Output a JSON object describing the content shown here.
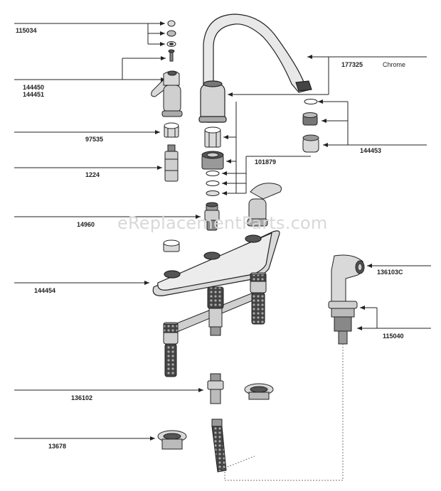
{
  "watermark": "eReplacementParts.com",
  "labels": {
    "p115034": "115034",
    "p144450": "144450",
    "p144451": "144451",
    "p97535": "97535",
    "p1224": "1224",
    "p14960": "14960",
    "p144454": "144454",
    "p136102": "136102",
    "p13678": "13678",
    "p177325": "177325",
    "finish": "Chrome",
    "p144453": "144453",
    "p101879": "101879",
    "p136103c": "136103C",
    "p115040": "115040"
  },
  "colors": {
    "line": "#222222",
    "part_fill": "#d9d9d9",
    "part_dark": "#555555",
    "hose_dash": "#777777"
  }
}
